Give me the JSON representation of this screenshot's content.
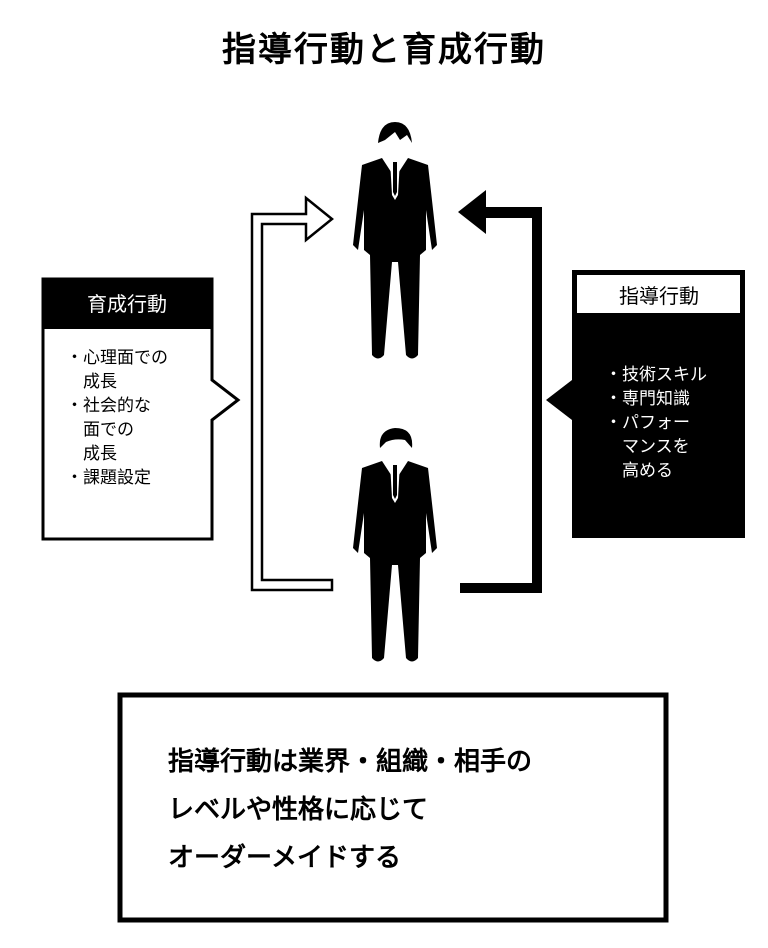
{
  "title": "指導行動と育成行動",
  "development_box": {
    "header": "育成行動",
    "items": [
      "・心理面での",
      "　成長",
      "・社会的な",
      "　面での",
      "　成長",
      "・課題設定"
    ]
  },
  "guidance_box": {
    "header": "指導行動",
    "items": [
      "・技術スキル",
      "・専門知識",
      "・パフォー",
      "　マンスを",
      "　高める"
    ]
  },
  "summary": {
    "lines": [
      "指導行動は業界・組織・相手の",
      "レベルや性格に応じて",
      "オーダーメイドする"
    ]
  }
}
